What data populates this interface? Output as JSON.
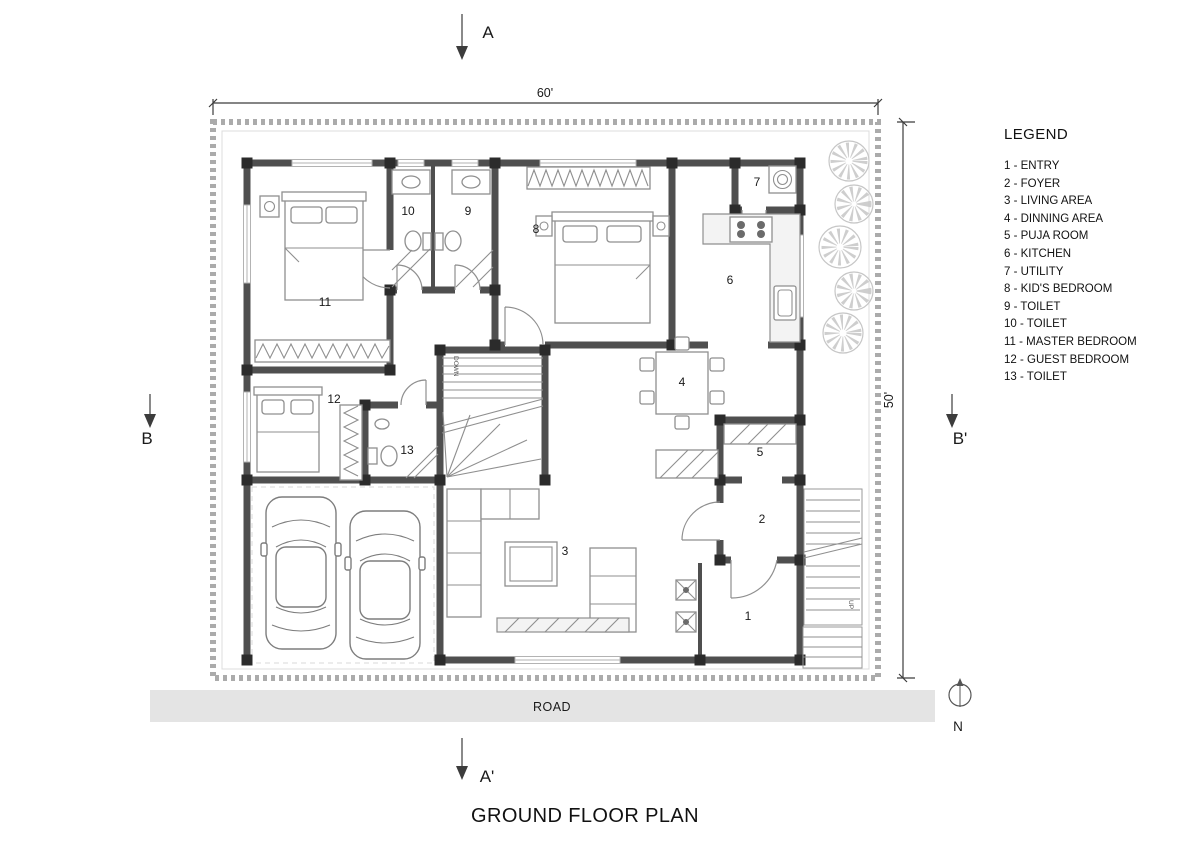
{
  "title": "GROUND FLOOR PLAN",
  "legend": {
    "title": "LEGEND",
    "items": [
      "1 - ENTRY",
      "2 - FOYER",
      "3 - LIVING AREA",
      "4 - DINNING AREA",
      "5 - PUJA ROOM",
      "6 - KITCHEN",
      "7 - UTILITY",
      "8 - KID'S BEDROOM",
      "9 - TOILET",
      "10 - TOILET",
      "11 - MASTER BEDROOM",
      "12 - GUEST BEDROOM",
      "13 - TOILET"
    ]
  },
  "rooms": [
    "1",
    "2",
    "3",
    "4",
    "5",
    "6",
    "7",
    "8",
    "9",
    "10",
    "11",
    "12",
    "13"
  ],
  "dimensions": {
    "top": "60'",
    "right": "50'"
  },
  "sections": {
    "top": "A",
    "bottom": "A'",
    "left": "B",
    "right": "B'"
  },
  "road": {
    "label": "ROAD"
  },
  "compass": {
    "label": "N"
  },
  "stairs": {
    "down": "DOWN",
    "up": "UP"
  },
  "colors": {
    "wall": "#4f4f4f",
    "column": "#2b2b2b",
    "boundary": "#ababab",
    "road": "#e4e4e4",
    "furniture": "#8f8f8f",
    "window": "#b3b3b3",
    "door": "#8f8f8f",
    "tree": "#c6c6c6",
    "text": "#1a1a1a",
    "dim": "#3c3c3c"
  }
}
